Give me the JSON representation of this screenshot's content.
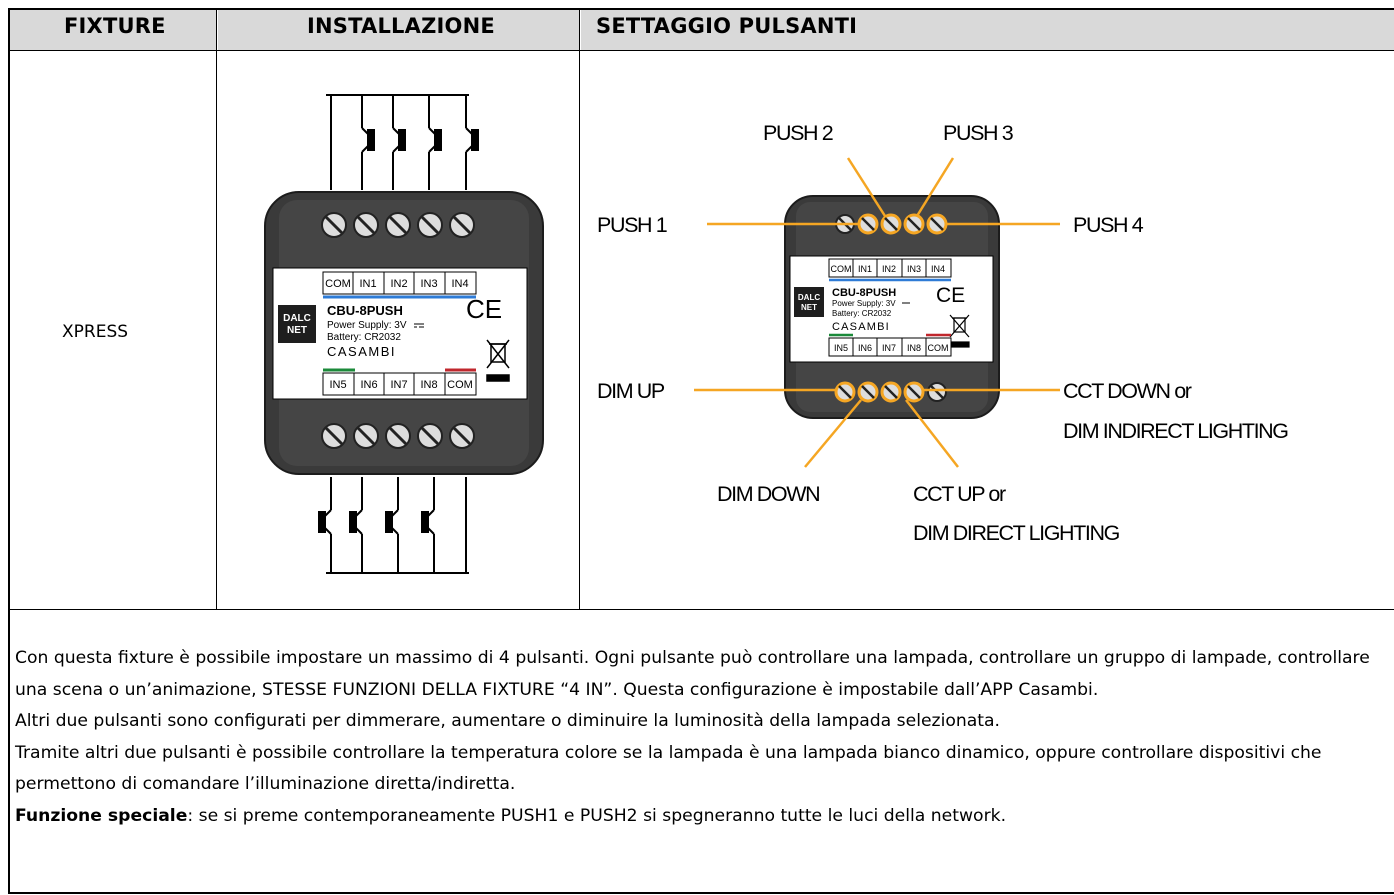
{
  "header": {
    "col1": "FIXTURE",
    "col2": "INSTALLAZIONE",
    "col3": "SETTAGGIO PULSANTI"
  },
  "fixture": {
    "name": "XPRESS"
  },
  "device": {
    "model": "CBU-8PUSH",
    "power": "Power Supply: 3V",
    "battery": "Battery: CR2032",
    "brand_logo": "DALC NET",
    "brand_logo_line1": "DALC",
    "brand_logo_line2": "NET",
    "casambi": "CASAMBI",
    "ce_mark": "CE",
    "top_terminals": [
      "COM",
      "IN1",
      "IN2",
      "IN3",
      "IN4"
    ],
    "bottom_terminals": [
      "IN5",
      "IN6",
      "IN7",
      "IN8",
      "COM"
    ]
  },
  "callouts": {
    "push1": "PUSH 1",
    "push2": "PUSH 2",
    "push3": "PUSH 3",
    "push4": "PUSH 4",
    "dim_up": "DIM UP",
    "dim_down": "DIM DOWN",
    "cct_up_line1": "CCT UP or",
    "cct_up_line2": "DIM DIRECT LIGHTING",
    "cct_down_line1": "CCT DOWN or",
    "cct_down_line2": "DIM INDIRECT LIGHTING"
  },
  "colors": {
    "callout": "#f5a623",
    "header_bg": "#d9d9d9",
    "device_body": "#3a3a3a"
  },
  "description": {
    "p1": "Con questa fixture è possibile impostare un massimo di 4 pulsanti. Ogni pulsante può controllare una lampada, controllare un gruppo di lampade, controllare una scena o un’animazione, STESSE FUNZIONI DELLA FIXTURE “4 IN”. Questa configurazione è impostabile dall’APP Casambi.",
    "p2": "Altri due pulsanti sono configurati per dimmerare, aumentare o diminuire la luminosità della lampada selezionata.",
    "p3": "Tramite altri due pulsanti è possibile controllare la temperatura colore se la lampada è una lampada bianco dinamico, oppure controllare dispositivi che permettono di comandare l’illuminazione diretta/indiretta.",
    "special_label": "Funzione speciale",
    "special_text": ": se si preme contemporaneamente PUSH1 e PUSH2 si spegneranno tutte le luci della network."
  }
}
